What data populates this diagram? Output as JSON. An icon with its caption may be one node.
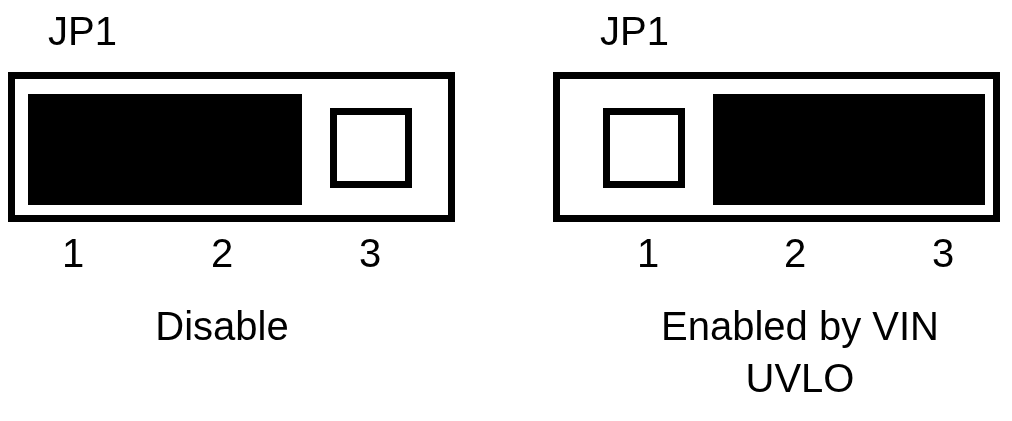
{
  "diagram": {
    "nodes": [
      {
        "text": [
          "JP1"
        ],
        "beside": [
          "Disable"
        ]
      },
      {
        "text": [],
        "shape": "bar",
        "in": 0
      },
      {
        "text": [],
        "shape": "box",
        "in": 0
      },
      {
        "text": [
          "JP1"
        ],
        "beside": [
          "Enabled by VIN UVLO"
        ]
      },
      {
        "text": [],
        "shape": "box",
        "in": 3
      },
      {
        "text": [],
        "shape": "bar",
        "in": 3
      }
    ],
    "labels": [
      "1",
      "2",
      "3",
      "1",
      "2",
      "3"
    ]
  }
}
